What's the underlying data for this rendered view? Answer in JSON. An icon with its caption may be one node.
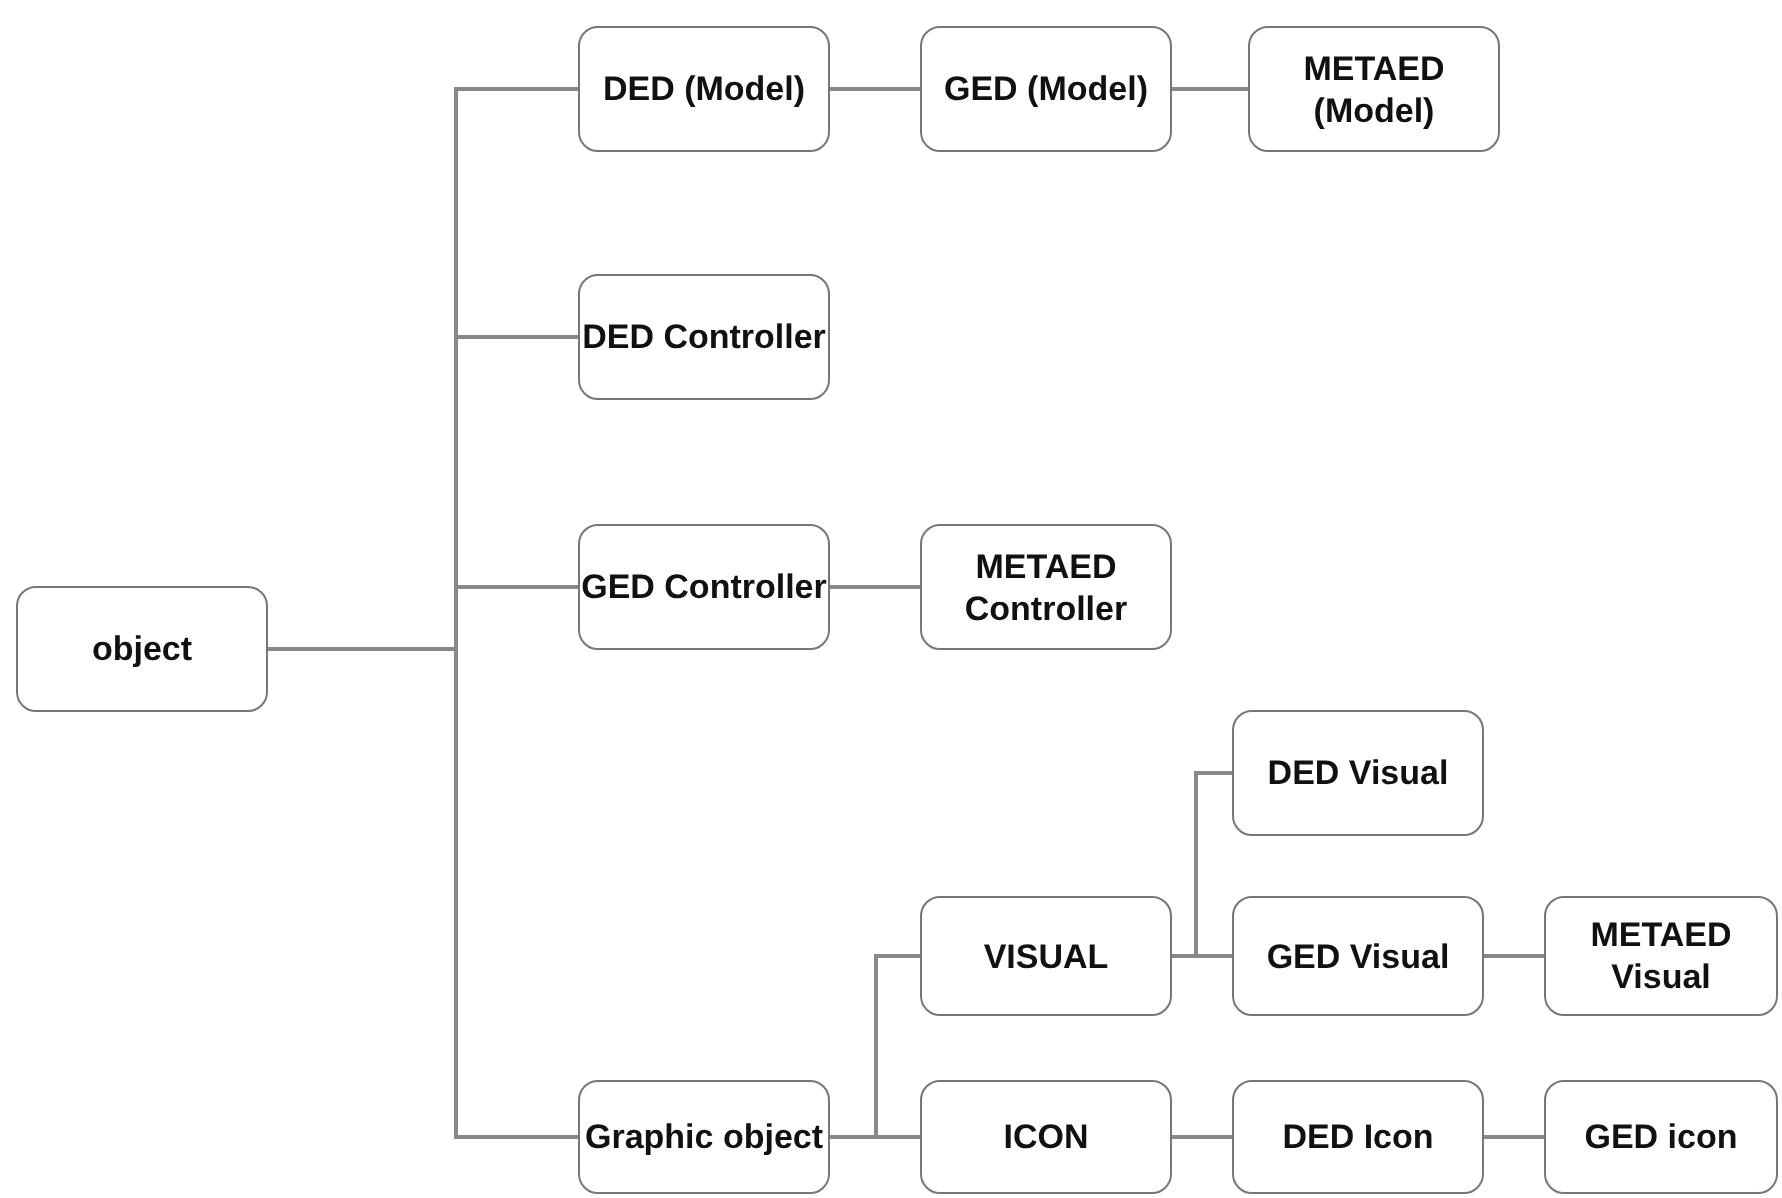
{
  "diagram": {
    "nodes": [
      {
        "text": [
          "object"
        ]
      },
      {
        "text": [
          "DED (Model)"
        ]
      },
      {
        "text": [
          "GED (Model)"
        ]
      },
      {
        "text": [
          "METAED (Model)"
        ]
      },
      {
        "text": [
          "DED Controller"
        ]
      },
      {
        "text": [
          "GED Controller"
        ]
      },
      {
        "text": [
          "METAED Controller"
        ]
      },
      {
        "text": [
          "Graphic object"
        ]
      },
      {
        "text": [
          "VISUAL"
        ]
      },
      {
        "text": [
          "ICON"
        ]
      },
      {
        "text": [
          "DED Visual"
        ]
      },
      {
        "text": [
          "GED Visual"
        ]
      },
      {
        "text": [
          "METAED Visual"
        ]
      },
      {
        "text": [
          "DED Icon"
        ]
      },
      {
        "text": [
          "GED icon"
        ]
      }
    ],
    "edges": [
      {
        "from": 0,
        "to": 1,
        "arrow": "none"
      },
      {
        "from": 0,
        "to": 4,
        "arrow": "none"
      },
      {
        "from": 0,
        "to": 5,
        "arrow": "none"
      },
      {
        "from": 0,
        "to": 7,
        "arrow": "none"
      },
      {
        "from": 1,
        "to": 2,
        "arrow": "none"
      },
      {
        "from": 2,
        "to": 3,
        "arrow": "none"
      },
      {
        "from": 5,
        "to": 6,
        "arrow": "none"
      },
      {
        "from": 7,
        "to": 8,
        "arrow": "none"
      },
      {
        "from": 7,
        "to": 9,
        "arrow": "none"
      },
      {
        "from": 8,
        "to": 10,
        "arrow": "none"
      },
      {
        "from": 8,
        "to": 11,
        "arrow": "none"
      },
      {
        "from": 11,
        "to": 12,
        "arrow": "none"
      },
      {
        "from": 9,
        "to": 13,
        "arrow": "none"
      },
      {
        "from": 13,
        "to": 14,
        "arrow": "none"
      }
    ]
  }
}
